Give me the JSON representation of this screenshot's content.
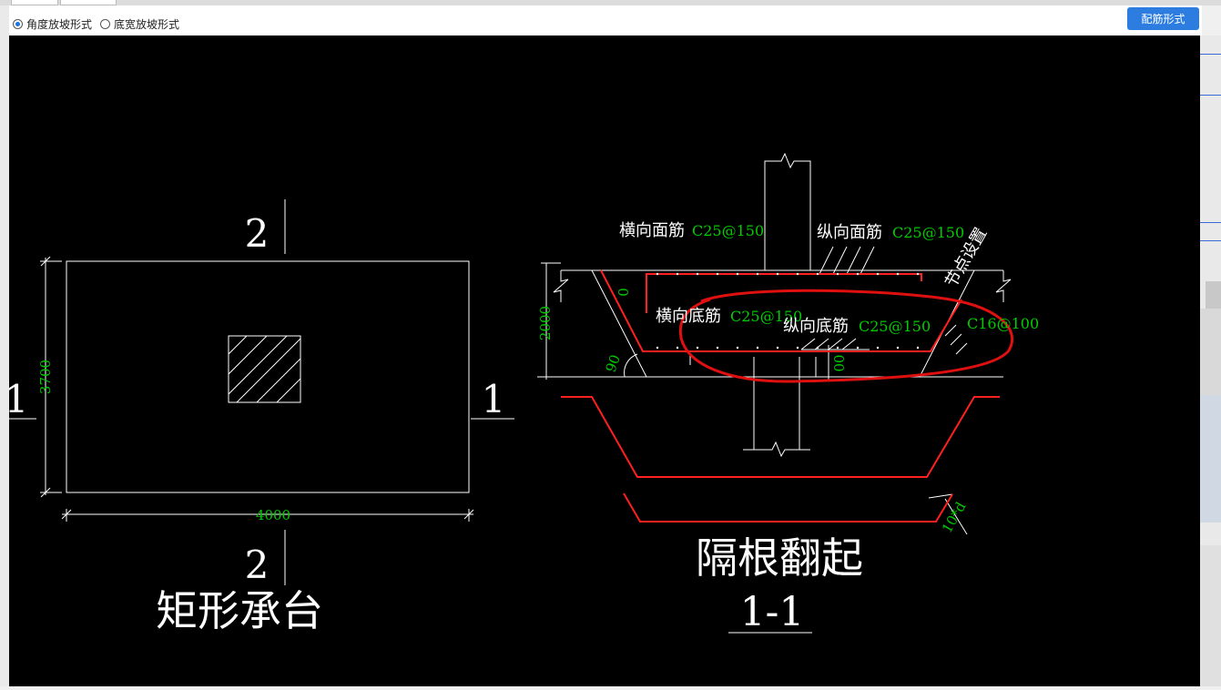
{
  "tabs": [
    {
      "label": ""
    },
    {
      "label": ""
    }
  ],
  "toolbar": {
    "options": [
      {
        "label": "角度放坡形式",
        "selected": true
      },
      {
        "label": "底宽放坡形式",
        "selected": false
      }
    ],
    "button_label": "配筋形式"
  },
  "colors": {
    "canvas": "#000000",
    "line": "#ffffff",
    "dimension": "#00cc00",
    "rebar": "#ff2020",
    "annotation": "#e01010",
    "button": "#2d7de0"
  },
  "plan": {
    "section_mark_2": "2",
    "section_mark_1": "1",
    "dim_height": "3700",
    "dim_width": "4000",
    "title": "矩形承台"
  },
  "section": {
    "label_top_transverse": "横向面筋",
    "value_top_transverse": "C25@150",
    "label_top_longitudinal": "纵向面筋",
    "value_top_longitudinal": "C25@150",
    "label_node": "节点设置",
    "label_bottom_transverse": "横向底筋",
    "value_bottom_transverse": "C25@150",
    "label_bottom_longitudinal": "纵向底筋",
    "value_bottom_longitudinal": "C25@150",
    "value_side": "C16@100",
    "dim_depth": "2000",
    "dim_zero": "0",
    "dim_angle": "90",
    "dim_cover": "00",
    "dim_hook": "10*d",
    "title": "隔根翻起",
    "subtitle": "1-1"
  }
}
